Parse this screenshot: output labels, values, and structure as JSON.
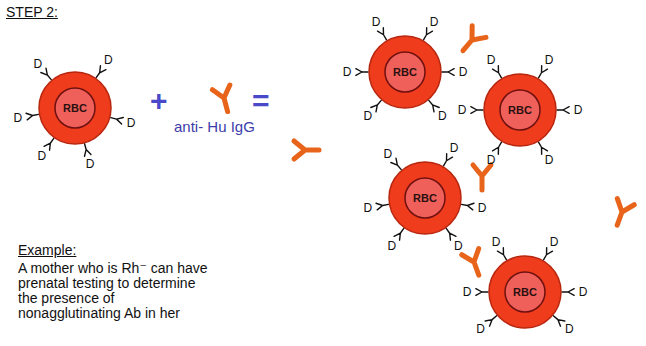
{
  "diagram": {
    "nodes": [
      {
        "text": [
          "RBC"
        ]
      },
      {
        "text": [
          "RBC"
        ]
      },
      {
        "text": [
          "RBC"
        ]
      },
      {
        "text": [
          "RBC"
        ]
      },
      {
        "text": [
          "RBC"
        ]
      }
    ],
    "labels": [
      "STEP 2:",
      "+",
      "anti- Hu IgG",
      "=",
      "Example:",
      "A mother who is Rh⁻ can have prenatal testing to determine the presence of nonagglutinating Ab in her",
      "D",
      "D",
      "D",
      "D",
      "D",
      "D",
      "D",
      "D",
      "D",
      "D",
      "D",
      "D",
      "D",
      "D",
      "D",
      "D",
      "D",
      "D",
      "D",
      "D",
      "D",
      "D",
      "D",
      "D",
      "D",
      "D",
      "D",
      "D",
      "D",
      "D"
    ]
  }
}
